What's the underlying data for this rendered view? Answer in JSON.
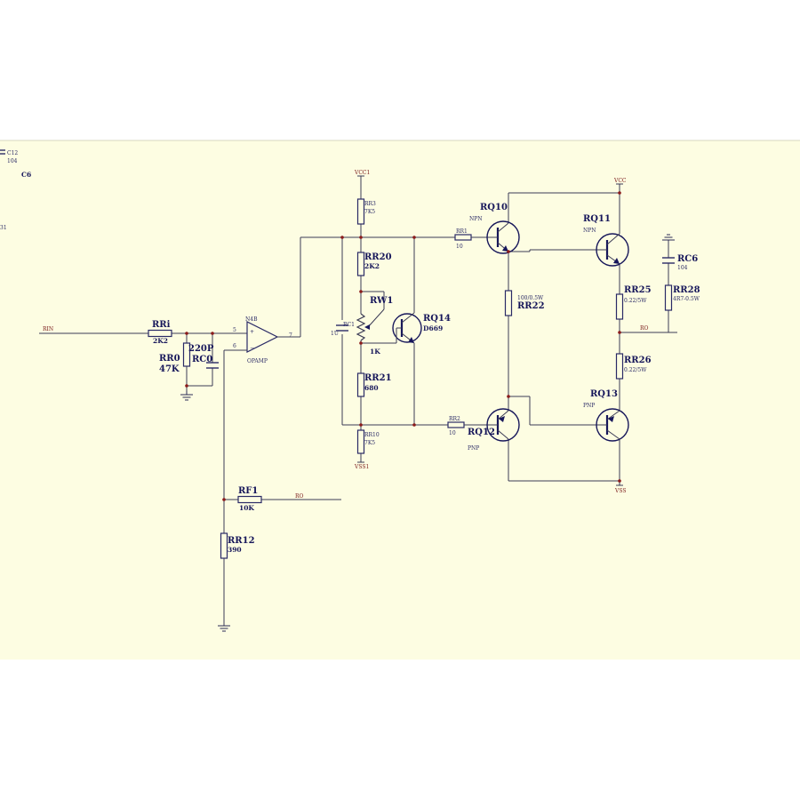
{
  "colors": {
    "sheet": "#fdfde2",
    "wire": "#3b3b55",
    "label": "#16165a",
    "net_label": "#7a1a1a",
    "junction": "#8b1a1a"
  },
  "nets": {
    "rin": "RIN",
    "vcc1": "VCC1",
    "vss1": "VSS1",
    "vcc": "VCC",
    "vss": "VSS",
    "ro_out": "RO",
    "ro_fb": "RO"
  },
  "edge": {
    "c12_ref": "C12",
    "c12_val": "104",
    "c6_ref": "C6",
    "left_cut": "31"
  },
  "components": {
    "rri": {
      "ref": "RRi",
      "value": "2K2"
    },
    "rr0": {
      "ref": "RR0",
      "value": "47K"
    },
    "rc0": {
      "ref": "RC0",
      "value": "220P"
    },
    "opamp": {
      "ref": "N4B",
      "value": "OPAMP",
      "pin_plus": "5",
      "pin_minus": "6",
      "pin_out": "7",
      "sign_plus": "+",
      "sign_minus": "−"
    },
    "rf1": {
      "ref": "RF1",
      "value": "10K"
    },
    "rr12": {
      "ref": "RR12",
      "value": "390"
    },
    "rr3": {
      "ref": "RR3",
      "value": "7K5"
    },
    "rr20": {
      "ref": "RR20",
      "value": "2K2"
    },
    "rw1": {
      "ref": "RW1",
      "value": "1K"
    },
    "rr21": {
      "ref": "RR21",
      "value": "680"
    },
    "rr10": {
      "ref": "RR10",
      "value": "7K5"
    },
    "rc1": {
      "ref": "RC1",
      "value": "1U"
    },
    "rq14": {
      "ref": "RQ14",
      "value": "D669"
    },
    "rr1": {
      "ref": "RR1",
      "value": "10"
    },
    "rr2": {
      "ref": "RR2",
      "value": "10"
    },
    "rq10": {
      "ref": "RQ10",
      "value": "NPN"
    },
    "rq11": {
      "ref": "RQ11",
      "value": "NPN"
    },
    "rq12": {
      "ref": "RQ12",
      "value": "PNP"
    },
    "rq13": {
      "ref": "RQ13",
      "value": "PNP"
    },
    "rr22": {
      "ref": "RR22",
      "value": "100/0.5W"
    },
    "rr25": {
      "ref": "RR25",
      "value": "0.22/5W"
    },
    "rr26": {
      "ref": "RR26",
      "value": "0.22/5W"
    },
    "rr28": {
      "ref": "RR28",
      "value": "4R7-0.5W"
    },
    "rc6": {
      "ref": "RC6",
      "value": "104"
    }
  }
}
